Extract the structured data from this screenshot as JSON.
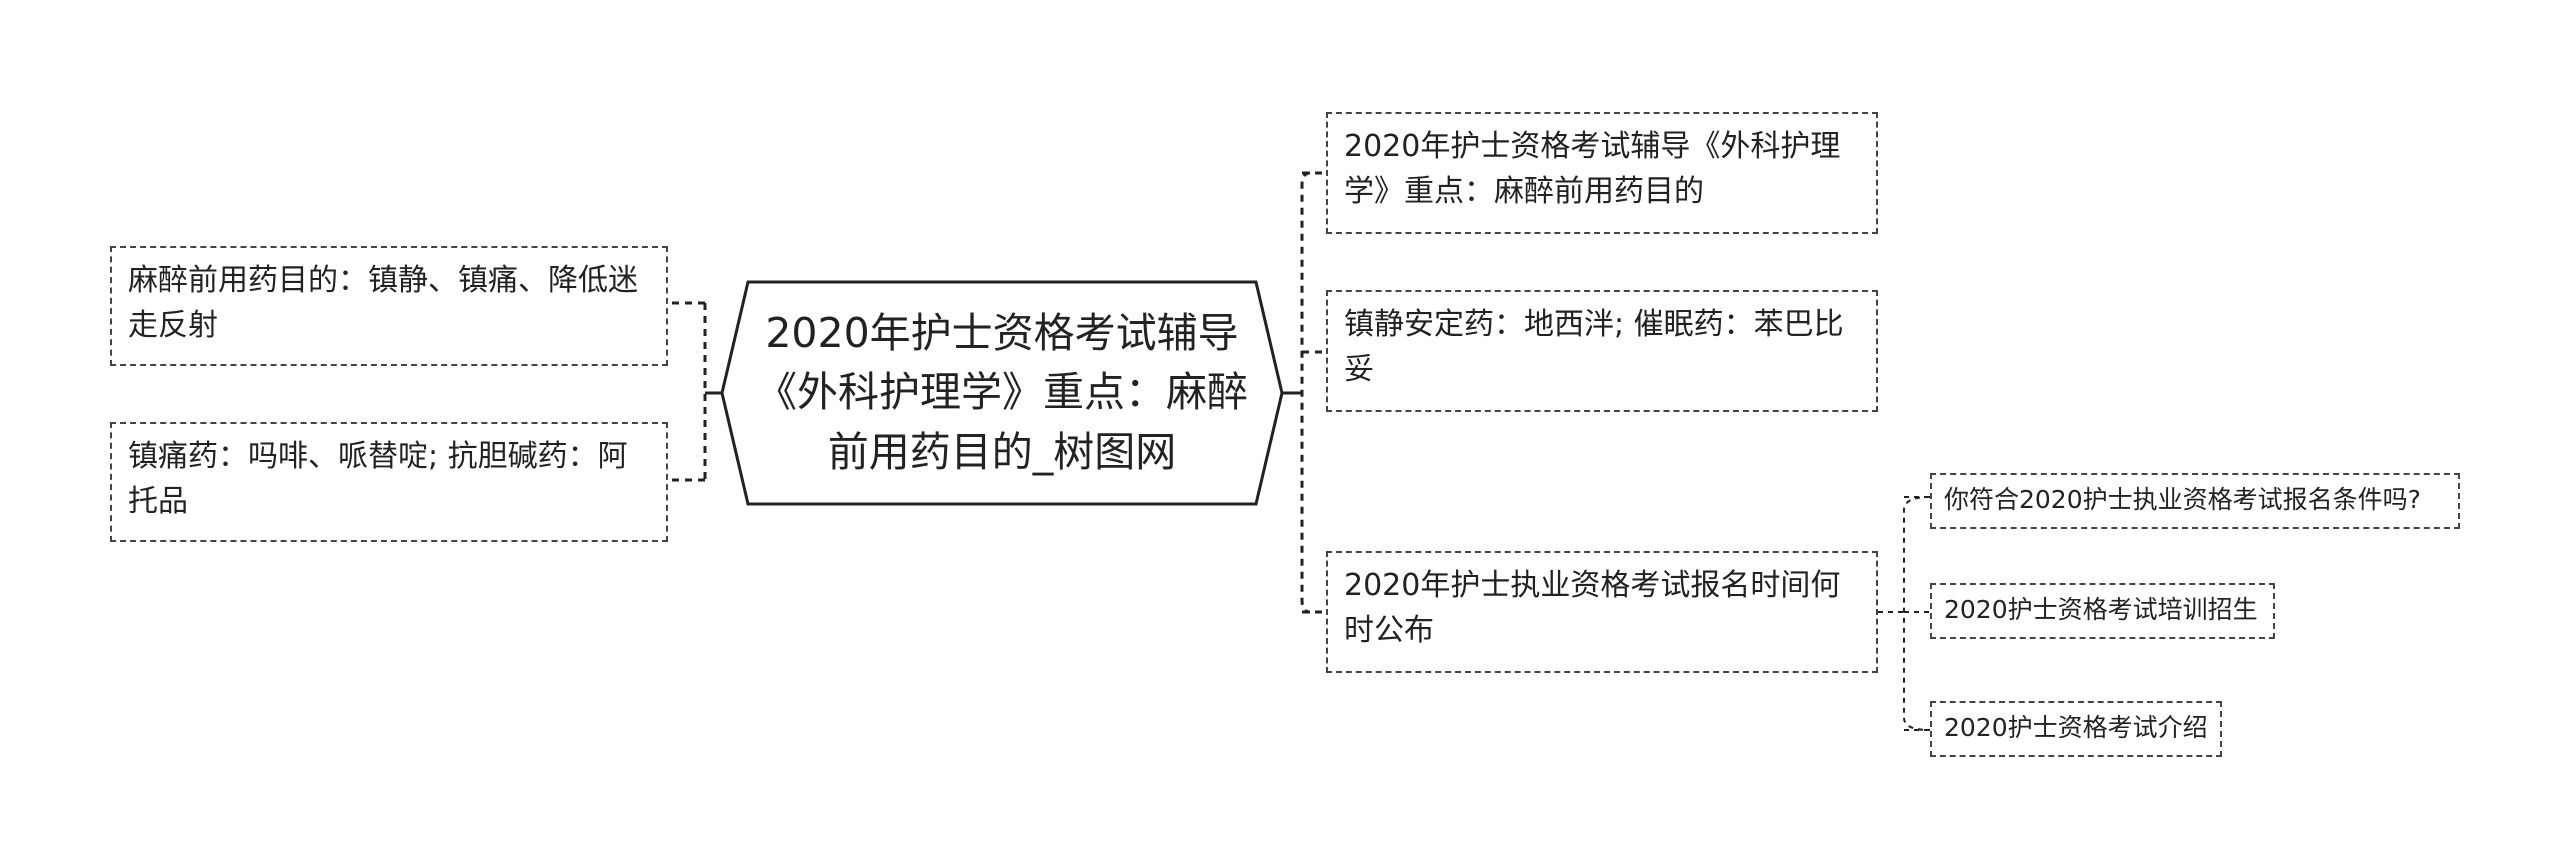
{
  "root": {
    "title": "2020年护士资格考试辅导《外科护理学》重点：麻醉前用药目的_树图网"
  },
  "left": [
    {
      "text": "麻醉前用药目的：镇静、镇痛、降低迷走反射"
    },
    {
      "text": "镇痛药：吗啡、哌替啶; 抗胆碱药：阿托品"
    }
  ],
  "right": [
    {
      "text": "2020年护士资格考试辅导《外科护理学》重点：麻醉前用药目的"
    },
    {
      "text": "镇静安定药：地西泮; 催眠药：苯巴比妥"
    },
    {
      "text": "2020年护士执业资格考试报名时间何时公布",
      "children": [
        {
          "text": "你符合2020护士执业资格考试报名条件吗?"
        },
        {
          "text": "2020护士资格考试培训招生"
        },
        {
          "text": "2020护士资格考试介绍"
        }
      ]
    }
  ]
}
